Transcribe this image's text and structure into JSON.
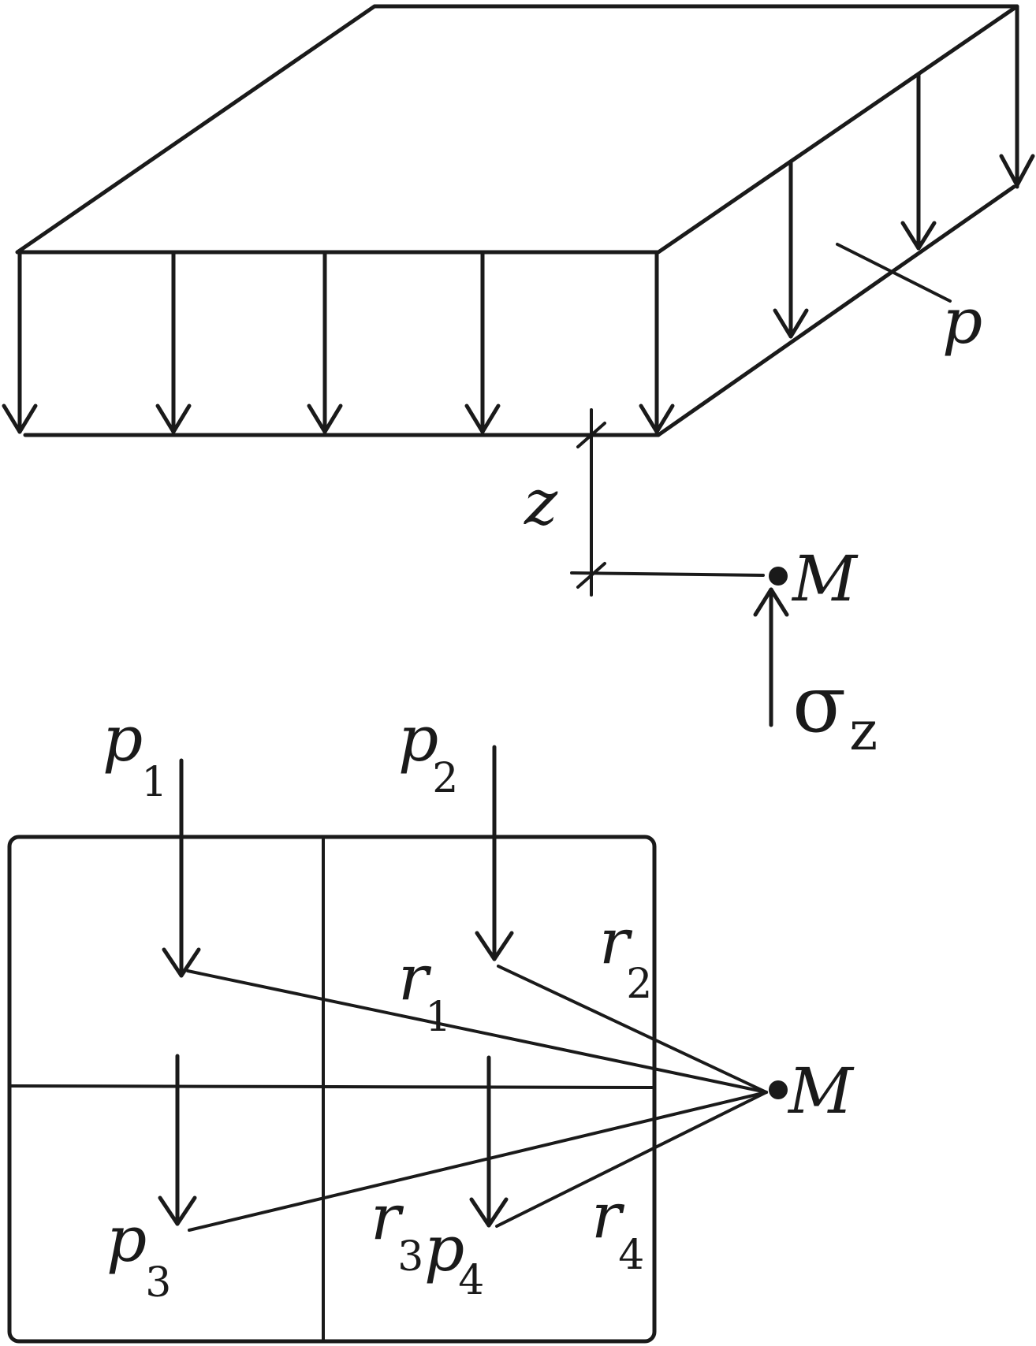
{
  "labels": {
    "p": "p",
    "z": "z",
    "M_top": "M",
    "sigma": "σ",
    "sigma_sub": "z",
    "p1": "p",
    "p1_sub": "1",
    "p2": "p",
    "p2_sub": "2",
    "p3": "p",
    "p3_sub": "3",
    "p4": "p",
    "p4_sub": "4",
    "r1": "r",
    "r1_sub": "1",
    "r2": "r",
    "r2_sub": "2",
    "r3": "r",
    "r3_sub": "3",
    "r4": "r",
    "r4_sub": "4",
    "M_bottom": "M"
  },
  "colors": {
    "ink": "#1a1a1a",
    "background": "#ffffff"
  }
}
